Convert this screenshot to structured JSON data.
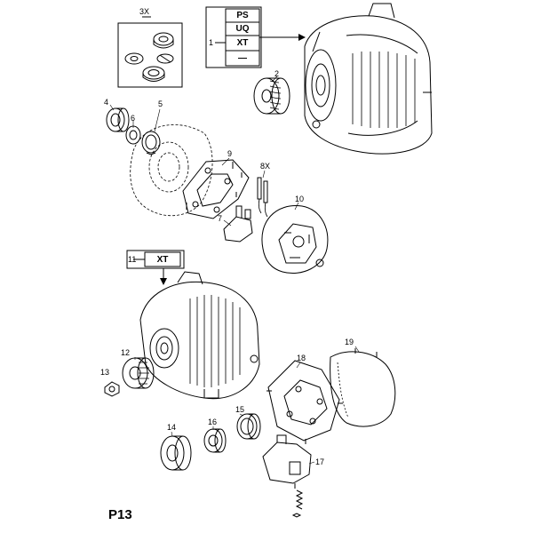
{
  "variant_box_top": {
    "leader": "1",
    "codes": [
      "PS",
      "UQ",
      "XT",
      "—"
    ]
  },
  "variant_box_mid": {
    "leader": "11",
    "code": "XT"
  },
  "kit_label": "3X",
  "brush_label": "8X",
  "callouts": {
    "c2": "2",
    "c4": "4",
    "c5": "5",
    "c6": "6",
    "c7": "7",
    "c9": "9",
    "c10": "10",
    "c12": "12",
    "c13": "13",
    "c14": "14",
    "c15": "15",
    "c16": "16",
    "c17": "17",
    "c18": "18",
    "c19": "19"
  },
  "page_code": "P13"
}
